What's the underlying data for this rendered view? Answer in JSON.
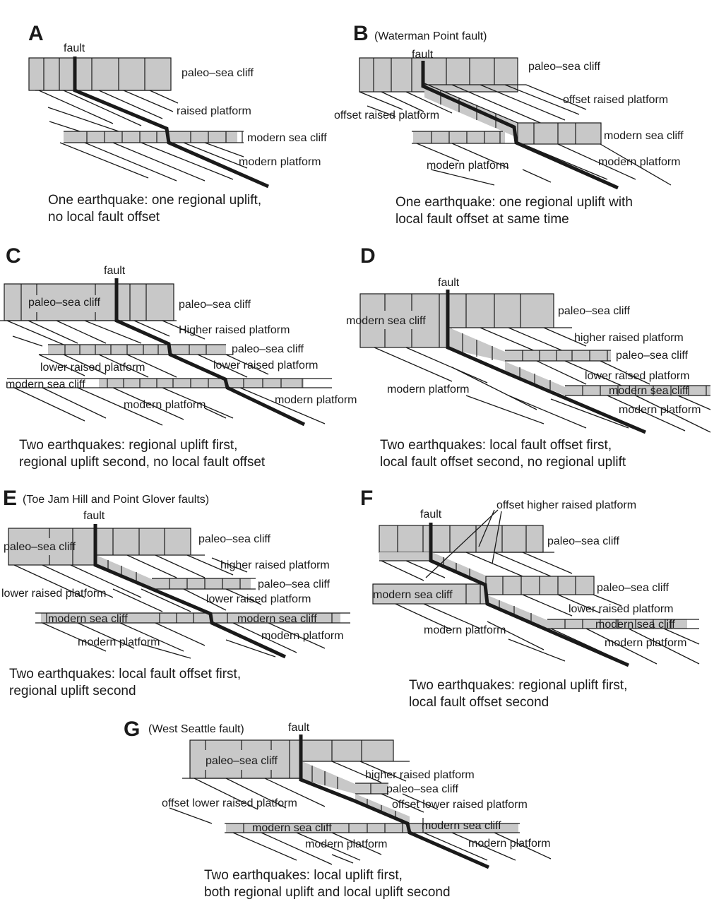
{
  "panels": {
    "A": {
      "letter": "A",
      "fault": "fault",
      "paleo_sea_cliff": "paleo–sea cliff",
      "raised_platform": "raised platform",
      "modern_sea_cliff": "modern sea cliff",
      "modern_platform": "modern platform",
      "caption_1": "One earthquake: one regional uplift,",
      "caption_2": "no local fault offset"
    },
    "B": {
      "letter": "B",
      "title": "(Waterman Point fault)",
      "fault": "fault",
      "paleo_sea_cliff": "paleo–sea cliff",
      "offset_raised_platform_right": "offset raised platform",
      "offset_raised_platform_left": "offset raised platform",
      "modern_sea_cliff": "modern sea cliff",
      "modern_platform_left": "modern platform",
      "modern_platform_right": "modern platform",
      "caption_1": "One earthquake: one regional uplift with",
      "caption_2": "local fault offset at same time"
    },
    "C": {
      "letter": "C",
      "fault": "fault",
      "paleo_sea_cliff_inner": "paleo–sea cliff",
      "paleo_sea_cliff_right": "paleo–sea cliff",
      "higher_raised_platform": "Higher raised platform",
      "paleo_sea_cliff_mid": "paleo–sea cliff",
      "lower_raised_platform_left": "lower raised platform",
      "lower_raised_platform_right": "lower raised platform",
      "modern_sea_cliff": "modern sea cliff",
      "modern_platform_left": "modern platform",
      "modern_platform_right": "modern platform",
      "caption_1": "Two earthquakes: regional uplift first,",
      "caption_2": "regional uplift second, no local fault offset"
    },
    "D": {
      "letter": "D",
      "fault": "fault",
      "modern_sea_cliff_left": "modern sea cliff",
      "paleo_sea_cliff_top": "paleo–sea cliff",
      "higher_raised_platform": "higher raised platform",
      "paleo_sea_cliff_mid": "paleo–sea cliff",
      "lower_raised_platform": "lower raised platform",
      "modern_sea_cliff_right": "modern sea cliff",
      "modern_platform_left": "modern platform",
      "modern_platform_right": "modern platform",
      "caption_1": "Two earthquakes: local fault offset first,",
      "caption_2": "local fault offset second, no regional uplift"
    },
    "E": {
      "letter": "E",
      "title": "(Toe Jam Hill and Point Glover faults)",
      "fault": "fault",
      "paleo_sea_cliff_left": "paleo–sea cliff",
      "paleo_sea_cliff_top": "paleo–sea cliff",
      "higher_raised_platform": "higher raised platform",
      "paleo_sea_cliff_mid": "paleo–sea cliff",
      "lower_raised_platform_left": "lower raised platform",
      "lower_raised_platform_right": "lower raised platform",
      "modern_sea_cliff_left": "modern sea cliff",
      "modern_sea_cliff_right": "modern sea cliff",
      "modern_platform_left": "modern platform",
      "modern_platform_right": "modern platform",
      "caption_1": "Two earthquakes: local fault offset first,",
      "caption_2": "regional uplift second"
    },
    "F": {
      "letter": "F",
      "fault": "fault",
      "offset_higher_raised_platform": "offset higher raised platform",
      "paleo_sea_cliff_top": "paleo–sea cliff",
      "modern_sea_cliff_left": "modern sea cliff",
      "paleo_sea_cliff_mid": "paleo–sea cliff",
      "lower_raised_platform": "lower raised platform",
      "modern_sea_cliff_right": "modern sea cliff",
      "modern_platform_left": "modern platform",
      "modern_platform_right": "modern platform",
      "caption_1": "Two earthquakes: regional uplift first,",
      "caption_2": "local fault offset second"
    },
    "G": {
      "letter": "G",
      "title": "(West Seattle fault)",
      "fault": "fault",
      "paleo_sea_cliff_top": "paleo–sea cliff",
      "higher_raised_platform": "higher raised platform",
      "paleo_sea_cliff_mid": "paleo–sea cliff",
      "offset_lower_raised_platform_left": "offset lower raised platform",
      "offset_lower_raised_platform_right": "offset lower raised platform",
      "modern_sea_cliff_left": "modern sea cliff",
      "modern_sea_cliff_right": "modern sea cliff",
      "modern_platform_left": "modern platform",
      "modern_platform_right": "modern platform",
      "caption_1": "Two earthquakes: local uplift first,",
      "caption_2": "both regional uplift and local uplift second"
    }
  }
}
